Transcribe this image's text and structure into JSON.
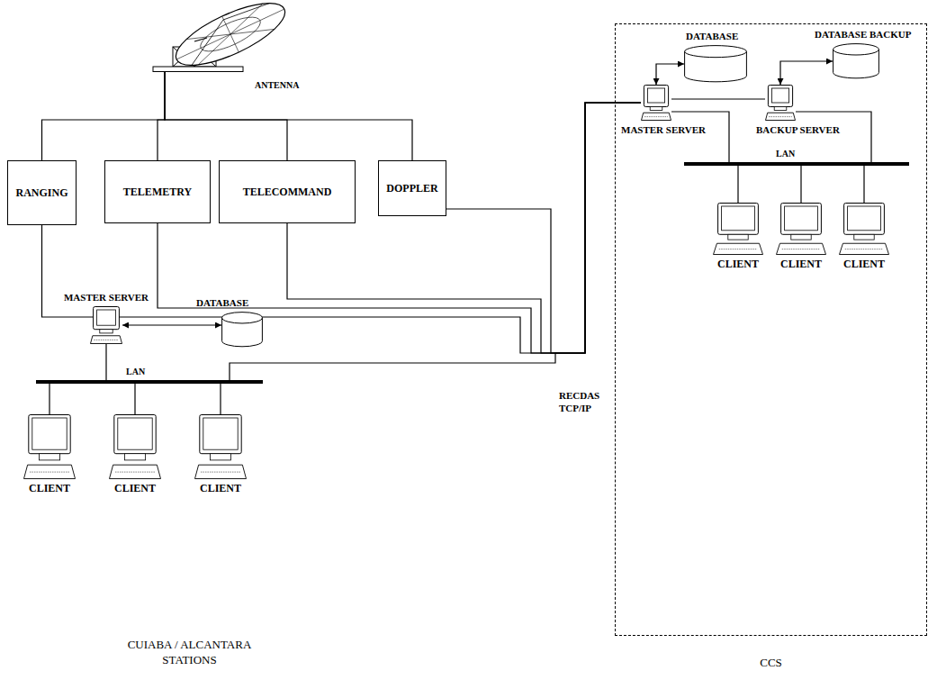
{
  "diagram": {
    "nodes": [
      {
        "text": [
          "ANTENNA"
        ]
      },
      {
        "text": [
          "RANGING"
        ]
      },
      {
        "text": [
          "TELEMETRY"
        ]
      },
      {
        "text": [
          "TELECOMMAND"
        ]
      },
      {
        "text": [
          "DOPPLER"
        ]
      },
      {
        "text": [
          "CCS"
        ]
      },
      {
        "text": [
          "DATABASE"
        ],
        "in": 5
      },
      {
        "text": [
          "DATABASE BACKUP"
        ],
        "in": 5
      },
      {
        "text": [
          "MASTER SERVER"
        ],
        "in": 5
      },
      {
        "text": [
          "BACKUP SERVER"
        ],
        "in": 5
      },
      {
        "text": [
          "LAN"
        ],
        "in": 5
      },
      {
        "text": [
          "CLIENT"
        ],
        "in": 5
      },
      {
        "text": [
          "CLIENT"
        ],
        "in": 5
      },
      {
        "text": [
          "CLIENT"
        ],
        "in": 5
      },
      {
        "text": [
          "MASTER SERVER"
        ]
      },
      {
        "text": [
          "DATABASE"
        ]
      },
      {
        "text": [
          "LAN"
        ]
      },
      {
        "text": [
          "CLIENT"
        ]
      },
      {
        "text": [
          "CLIENT"
        ]
      },
      {
        "text": [
          "CLIENT"
        ]
      }
    ],
    "edges": [
      {
        "from": 0,
        "to": 1,
        "arrow": "none"
      },
      {
        "from": 0,
        "to": 2,
        "arrow": "none"
      },
      {
        "from": 0,
        "to": 3,
        "arrow": "none"
      },
      {
        "from": 0,
        "to": 4,
        "arrow": "none"
      },
      {
        "from": 1,
        "to": 8,
        "arrow": "none"
      },
      {
        "from": 2,
        "to": 8,
        "arrow": "none"
      },
      {
        "from": 3,
        "to": 8,
        "arrow": "none"
      },
      {
        "from": 4,
        "to": 8,
        "arrow": "none"
      },
      {
        "from": 16,
        "to": 8,
        "label": "RECDAS TCP/IP",
        "arrow": "none"
      },
      {
        "from": 8,
        "to": 6,
        "arrow": "both"
      },
      {
        "from": 8,
        "to": 9,
        "arrow": "none"
      },
      {
        "from": 9,
        "to": 7,
        "arrow": "both"
      },
      {
        "from": 8,
        "to": 10,
        "arrow": "none"
      },
      {
        "from": 9,
        "to": 10,
        "arrow": "none"
      },
      {
        "from": 10,
        "to": 11,
        "arrow": "none"
      },
      {
        "from": 10,
        "to": 12,
        "arrow": "none"
      },
      {
        "from": 10,
        "to": 13,
        "arrow": "none"
      },
      {
        "from": 14,
        "to": 15,
        "arrow": "both"
      },
      {
        "from": 14,
        "to": 16,
        "arrow": "none"
      },
      {
        "from": 16,
        "to": 17,
        "arrow": "none"
      },
      {
        "from": 16,
        "to": 18,
        "arrow": "none"
      },
      {
        "from": 16,
        "to": 19,
        "arrow": "none"
      }
    ],
    "labels": [
      "CUIABA / ALCANTARA STATIONS"
    ]
  }
}
